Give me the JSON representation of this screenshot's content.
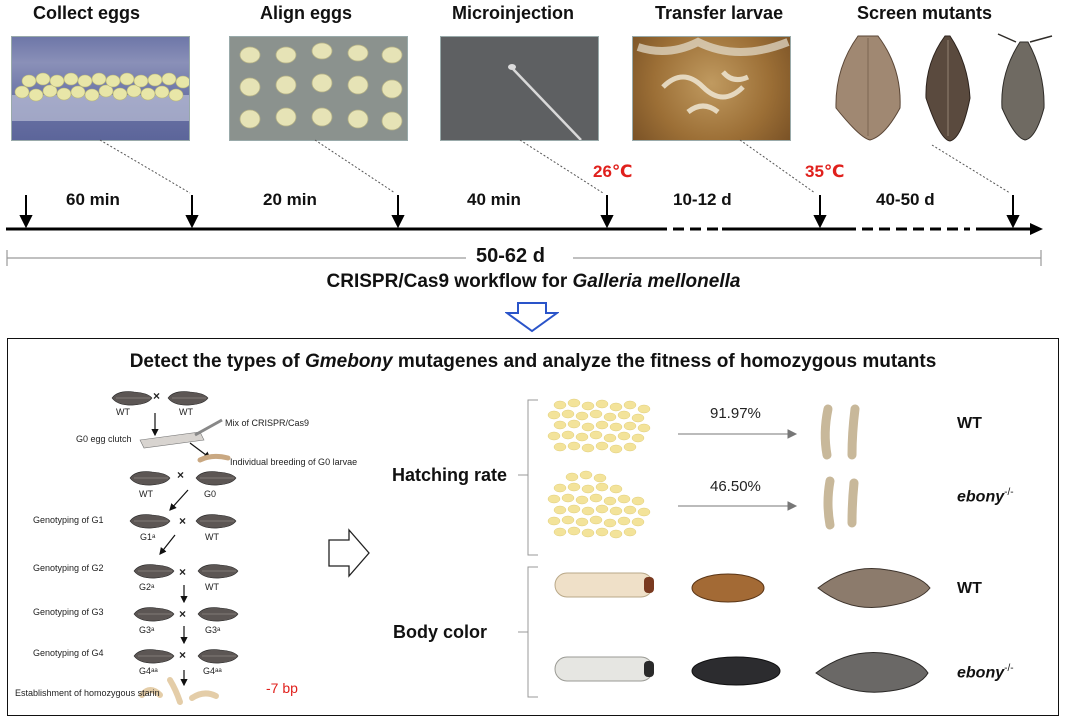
{
  "steps": [
    {
      "title": "Collect eggs"
    },
    {
      "title": "Align eggs"
    },
    {
      "title": "Microinjection"
    },
    {
      "title": "Transfer larvae"
    },
    {
      "title": "Screen mutants"
    }
  ],
  "durations": [
    "60 min",
    "20 min",
    "40 min",
    "10-12 d",
    "40-50 d"
  ],
  "temps": [
    "26℃",
    "35℃"
  ],
  "total": "50-62 d",
  "workflow_title_prefix": "CRISPR/Cas9 workflow for ",
  "workflow_title_species": "Galleria mellonella",
  "panel": {
    "title_prefix": "Detect the types of ",
    "title_gene": "Gmebony",
    "title_suffix": " mutagenes and analyze the fitness of homozygous mutants"
  },
  "flow": {
    "wt": "WT",
    "cross": "×",
    "g0_egg": "G0 egg clutch",
    "mix": "Mix of CRISPR/Cas9",
    "breeding": "Individual breeding of G0 larvae",
    "g0": "G0",
    "geno_g1": "Genotyping of G1",
    "g1": "G1ᵃ",
    "geno_g2": "Genotyping of G2",
    "g2": "G2ᵃ",
    "geno_g3": "Genotyping of G3",
    "g3a": "G3ᵃ",
    "g3b": "G3ᵃ",
    "geno_g4": "Genotyping of G4",
    "g4a": "G4ᵃᵃ",
    "g4b": "G4ᵃᵃ",
    "strain": "Establishment of homozygous starin",
    "deletion": "-7 bp"
  },
  "results": {
    "hatching_label": "Hatching rate",
    "body_label": "Body color",
    "wt_rate": "91.97%",
    "ebony_rate": "46.50%",
    "wt": "WT",
    "ebony": "ebony",
    "ebony_sup": "-/-"
  },
  "colors": {
    "temp": "#e0201c",
    "deletion": "#e0201c",
    "egg": "#f5e6a0",
    "arrow_blue": "#2a54c9"
  }
}
